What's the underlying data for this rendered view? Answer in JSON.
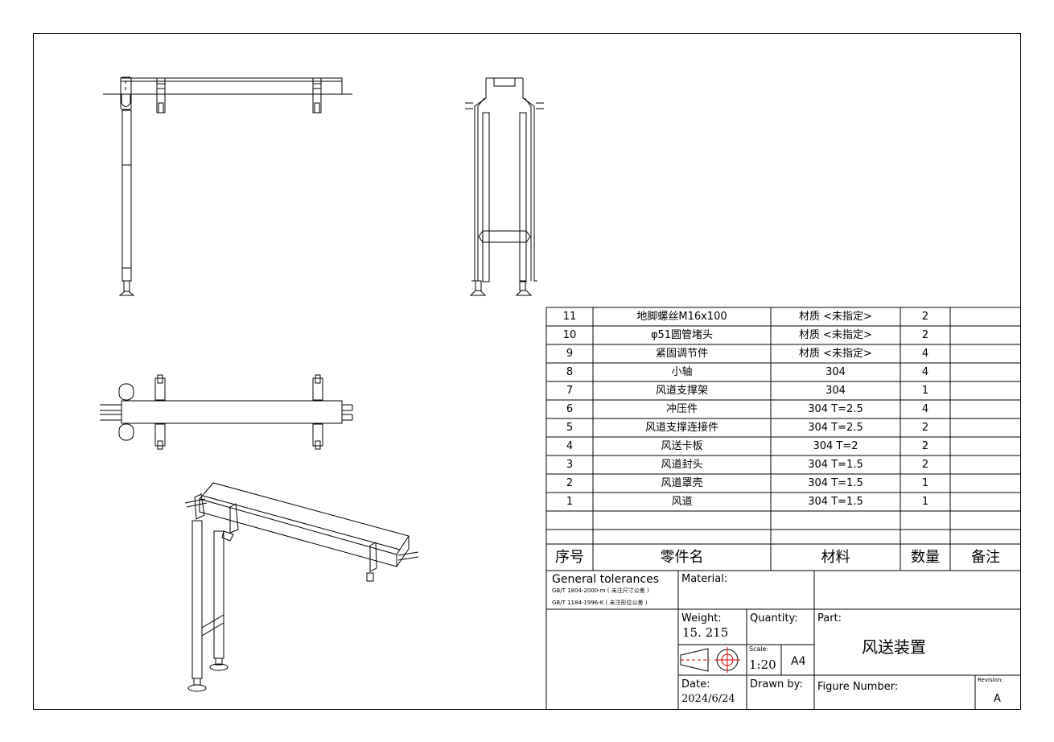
{
  "bom": {
    "rows": [
      {
        "no": "11",
        "name": "地脚螺丝M16x100",
        "material": "材质 <未指定>",
        "qty": "2",
        "note": ""
      },
      {
        "no": "10",
        "name": "φ51圆管堵头",
        "material": "材质 <未指定>",
        "qty": "2",
        "note": ""
      },
      {
        "no": "9",
        "name": "紧固调节件",
        "material": "材质 <未指定>",
        "qty": "4",
        "note": ""
      },
      {
        "no": "8",
        "name": "小轴",
        "material": "304",
        "qty": "4",
        "note": ""
      },
      {
        "no": "7",
        "name": "风道支撑架",
        "material": "304",
        "qty": "1",
        "note": ""
      },
      {
        "no": "6",
        "name": "冲压件",
        "material": "304 T=2.5",
        "qty": "4",
        "note": ""
      },
      {
        "no": "5",
        "name": "风道支撑连接件",
        "material": "304 T=2.5",
        "qty": "2",
        "note": ""
      },
      {
        "no": "4",
        "name": "风送卡板",
        "material": "304 T=2",
        "qty": "2",
        "note": ""
      },
      {
        "no": "3",
        "name": "风道封头",
        "material": "304 T=1.5",
        "qty": "2",
        "note": ""
      },
      {
        "no": "2",
        "name": "风道罩壳",
        "material": "304 T=1.5",
        "qty": "1",
        "note": ""
      },
      {
        "no": "1",
        "name": "风道",
        "material": "304 T=1.5",
        "qty": "1",
        "note": ""
      }
    ],
    "header": {
      "no": "序号",
      "name": "零件名",
      "material": "材料",
      "qty": "数量",
      "note": "备注"
    }
  },
  "title_block": {
    "general_tolerances": "General tolerances",
    "tolerance_line1": "GB/T 1804-2000-m ( 未注尺寸公差 )",
    "tolerance_line2": "GB/T 1184-1996-K ( 未注形位公差 )",
    "material_label": "Material:",
    "weight_label": "Weight:",
    "weight_value": "15. 215",
    "quantity_label": "Quantity:",
    "part_label": "Part:",
    "part_name": "风送装置",
    "scale_label": "Scale:",
    "scale_value": "1:20",
    "paper_size": "A4",
    "date_label": "Date:",
    "date_value": "2024/6/24",
    "drawn_by_label": "Drawn by:",
    "figure_number_label": "Figure Number:",
    "revision_label": "Revision:",
    "revision_value": "A"
  }
}
